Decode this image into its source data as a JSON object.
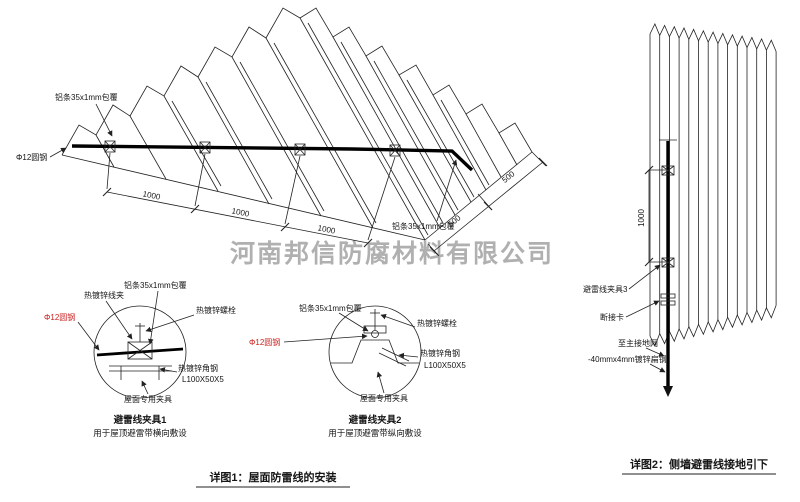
{
  "watermark": "河南邦信防腐材料有限公司",
  "roof": {
    "label_strip_top": "铝条35x1mm包覆",
    "label_rod": "Φ12圆钢",
    "label_strip_right": "铝条35x1mm包覆",
    "dims_bottom": [
      "1000",
      "1000",
      "1000"
    ],
    "dims_right": [
      "500",
      "500"
    ]
  },
  "detail1": {
    "title": "避雷线夹具1",
    "subtitle": "用于屋顶避雷带横向敷设",
    "labels": {
      "clamp": "热镀锌线夹",
      "strip": "铝条35x1mm包覆",
      "bolt": "热镀锌螺栓",
      "rod": "Φ12圆钢",
      "angle": "热镀锌角钢",
      "angle_size": "L100X50X5",
      "fixture": "屋面专用夹具"
    }
  },
  "detail2": {
    "title": "避雷线夹具2",
    "subtitle": "用于屋顶避雷带纵向敷设",
    "labels": {
      "strip": "铝条35x1mm包覆",
      "bolt": "热镀锌螺栓",
      "rod": "Φ12圆钢",
      "angle": "热镀锌角钢",
      "angle_size": "L100X50X5",
      "fixture": "屋面专用夹具"
    }
  },
  "wall": {
    "dim": "1000",
    "clamp3": "避雷线夹具3",
    "disconnect": "断接卡",
    "to_ground": "至主接地网",
    "flat_steel": "-40mmx4mm镀锌扁钢"
  },
  "captions": {
    "detail1": "详图1：屋面防雷线的安装",
    "detail2": "详图2：侧墙避雷线接地引下"
  },
  "colors": {
    "line": "#222222",
    "red": "#cc2222",
    "watermark": "#9a9a9a"
  }
}
